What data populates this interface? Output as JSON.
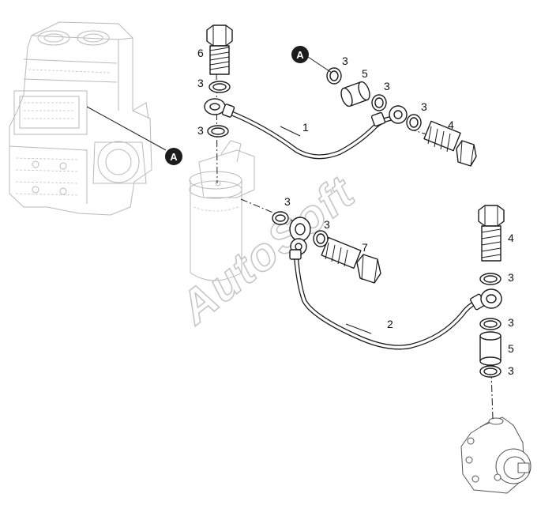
{
  "labels": {
    "p1": "1",
    "p2": "2",
    "p3": "3",
    "p4": "4",
    "p5": "5",
    "p6": "6",
    "p7": "7"
  },
  "callouts": {
    "ref_a": "A"
  },
  "watermark": "AutoSoft",
  "colors": {
    "line": "#1c1c1c",
    "ghost": "#b9b9b9",
    "watermark": "#c6c6c6",
    "callout_fill": "#1c1c1c"
  }
}
